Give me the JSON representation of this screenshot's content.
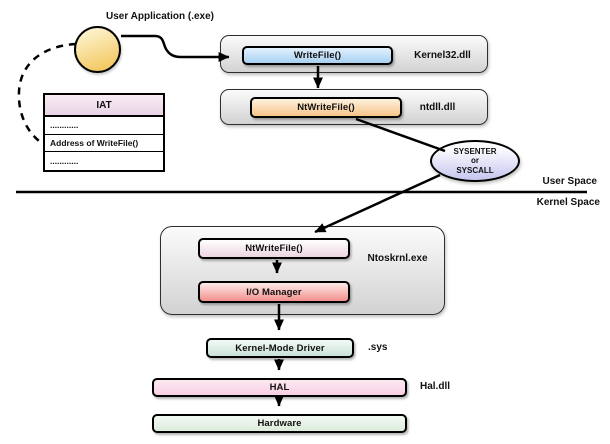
{
  "app": {
    "label": "User Application (.exe)"
  },
  "iat": {
    "header": "IAT",
    "rows": [
      "............",
      "Address of WriteFile()",
      "............"
    ]
  },
  "kernel32": {
    "function": "WriteFile()",
    "module": "Kernel32.dll"
  },
  "ntdll": {
    "function": "NtWriteFile()",
    "module": "ntdll.dll"
  },
  "syscall": {
    "line1": "SYSENTER",
    "line2": "or",
    "line3": "SYSCALL"
  },
  "spaces": {
    "user": "User Space",
    "kernel": "Kernel Space"
  },
  "ntoskrnl": {
    "function": "NtWriteFile()",
    "io_manager": "I/O Manager",
    "module": "Ntoskrnl.exe"
  },
  "driver": {
    "name": "Kernel-Mode Driver",
    "extension": ".sys"
  },
  "hal": {
    "name": "HAL",
    "module": "Hal.dll"
  },
  "hardware": {
    "name": "Hardware"
  },
  "colors": {
    "writefile_box": "#a8d0f2",
    "ntwritefile_user_box": "#f7c489",
    "ntwritefile_kernel_box": "#ecd4e2",
    "io_manager_box": "#f2918c",
    "kernel_mode_driver_box": "#c9e1d6",
    "hal_box": "#f8cfe2",
    "hardware_box": "#dcecdc",
    "syscall_ellipse": "#c9c9f0",
    "user_app_circle": "#f3c75e",
    "iat_header": "#e8d3e5",
    "module_container": "#d2d2d2",
    "line": "#000000"
  }
}
